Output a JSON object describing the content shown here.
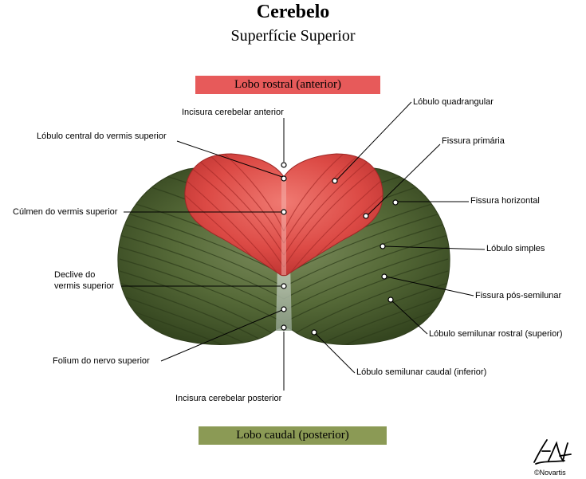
{
  "title": "Cerebelo",
  "subtitle": "Superfície Superior",
  "banners": {
    "top": "Lobo rostral (anterior)",
    "bottom": "Lobo caudal (posterior)"
  },
  "labels": {
    "incisura_anterior": "Incisura cerebelar anterior",
    "lobulo_central": "Lóbulo central do vermis superior",
    "culmen": "Cúlmen do vermis superior",
    "declive_1": "Declive do",
    "declive_2": "vermis superior",
    "folium": "Folium do nervo superior",
    "incisura_posterior": "Incisura cerebelar posterior",
    "lobulo_quadrangular": "Lóbulo quadrangular",
    "fissura_primaria": "Fissura primária",
    "fissura_horizontal": "Fissura horizontal",
    "lobulo_simples": "Lóbulo simples",
    "fissura_pos_semilunar": "Fissura pós-semilunar",
    "semilunar_rostral": "Lóbulo semilunar rostral (superior)",
    "semilunar_caudal": "Lóbulo semilunar caudal (inferior)"
  },
  "copyright": "©Novartis",
  "colors": {
    "rostral_lobe": "#e75a5a",
    "caudal_lobe": "#8b9a55",
    "cerebellum_green": "#4f6234",
    "anterior_red": "#d8423f"
  }
}
